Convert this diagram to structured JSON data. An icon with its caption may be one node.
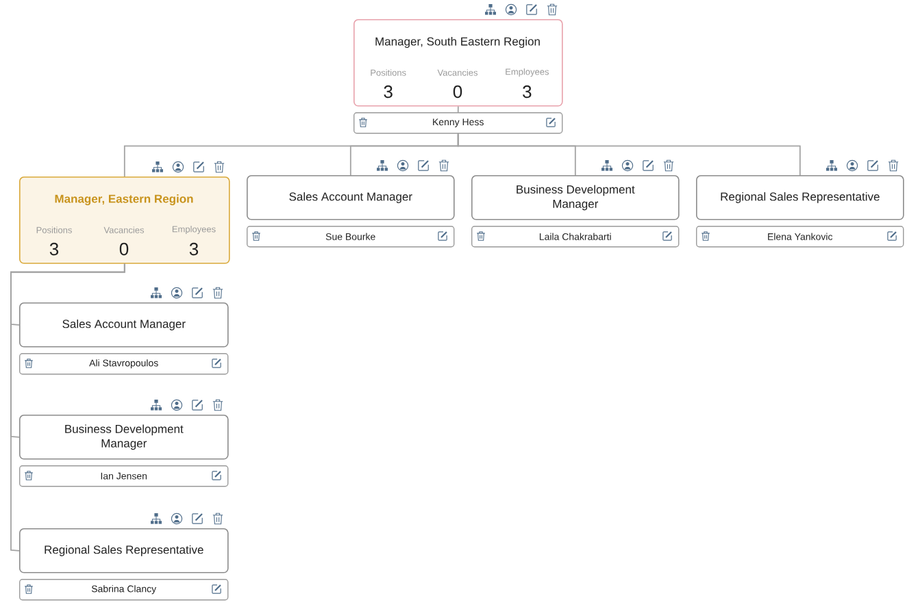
{
  "diagram": {
    "nodes": [
      {
        "text": [
          "Manager, South Eastern Region",
          "Positions",
          "3",
          "Vacancies",
          "0",
          "Employees",
          "3"
        ]
      },
      {
        "text": [
          "Kenny Hess"
        ]
      },
      {
        "text": [
          "Manager, Eastern Region",
          "Positions",
          "3",
          "Vacancies",
          "0",
          "Employees",
          "3"
        ]
      },
      {
        "text": [
          "Sales Account Manager"
        ]
      },
      {
        "text": [
          "Sue Bourke"
        ]
      },
      {
        "text": [
          "Business Development Manager"
        ]
      },
      {
        "text": [
          "Laila Chakrabarti"
        ]
      },
      {
        "text": [
          "Regional Sales Representative"
        ]
      },
      {
        "text": [
          "Elena Yankovic"
        ]
      },
      {
        "text": [
          "Sales Account Manager"
        ]
      },
      {
        "text": [
          "Ali Stavropoulos"
        ]
      },
      {
        "text": [
          "Business Development Manager"
        ]
      },
      {
        "text": [
          "Ian Jensen"
        ]
      },
      {
        "text": [
          "Regional Sales Representative"
        ]
      },
      {
        "text": [
          "Sabrina Clancy"
        ]
      }
    ],
    "edges": [
      {
        "from": 0,
        "to": 1,
        "arrow": "none"
      },
      {
        "from": 1,
        "to": 2,
        "arrow": "none"
      },
      {
        "from": 1,
        "to": 3,
        "arrow": "none"
      },
      {
        "from": 1,
        "to": 5,
        "arrow": "none"
      },
      {
        "from": 1,
        "to": 7,
        "arrow": "none"
      },
      {
        "from": 2,
        "to": 9,
        "arrow": "none"
      },
      {
        "from": 2,
        "to": 11,
        "arrow": "none"
      },
      {
        "from": 2,
        "to": 13,
        "arrow": "none"
      }
    ]
  }
}
